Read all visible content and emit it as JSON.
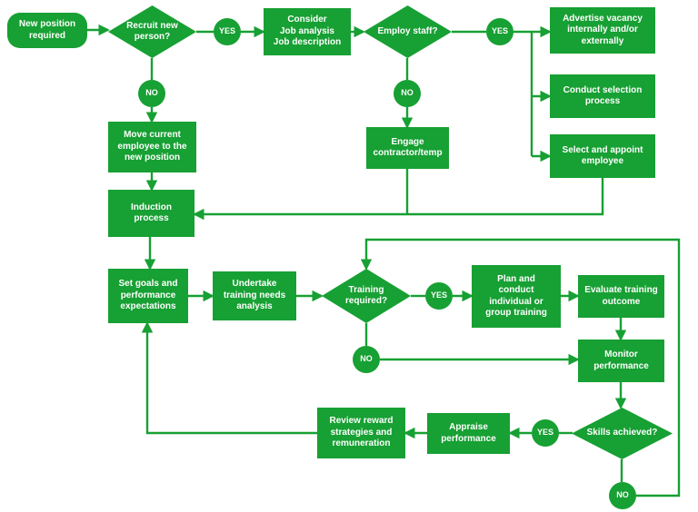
{
  "colors": {
    "accent": "#17a033",
    "node_text": "#ffffff",
    "background": "#ffffff"
  },
  "diagram": {
    "nodes": {
      "new_position": {
        "label": "New position\nrequired",
        "shape": "rounded"
      },
      "recruit": {
        "label": "Recruit new\nperson?",
        "shape": "diamond"
      },
      "yes_recruit": {
        "label": "YES",
        "shape": "circle"
      },
      "consider": {
        "label": "Consider\nJob analysis\nJob description",
        "shape": "rect"
      },
      "employ": {
        "label": "Employ staff?",
        "shape": "diamond"
      },
      "yes_employ": {
        "label": "YES",
        "shape": "circle"
      },
      "advertise": {
        "label": "Advertise vacancy\ninternally and/or\nexternally",
        "shape": "rect"
      },
      "conduct_selection": {
        "label": "Conduct selection\nprocess",
        "shape": "rect"
      },
      "select_appoint": {
        "label": "Select and appoint\nemployee",
        "shape": "rect"
      },
      "no_recruit": {
        "label": "NO",
        "shape": "circle"
      },
      "move_current": {
        "label": "Move current\nemployee to the\nnew position",
        "shape": "rect"
      },
      "no_employ": {
        "label": "NO",
        "shape": "circle"
      },
      "engage": {
        "label": "Engage\ncontractor/temp",
        "shape": "rect"
      },
      "induction": {
        "label": "Induction\nprocess",
        "shape": "rect"
      },
      "set_goals": {
        "label": "Set goals and\nperformance\nexpectations",
        "shape": "rect"
      },
      "undertake": {
        "label": "Undertake\ntraining needs\nanalysis",
        "shape": "rect"
      },
      "training_required": {
        "label": "Training\nrequired?",
        "shape": "diamond"
      },
      "yes_training": {
        "label": "YES",
        "shape": "circle"
      },
      "plan_conduct": {
        "label": "Plan and\nconduct\nindividual or\ngroup training",
        "shape": "rect"
      },
      "evaluate": {
        "label": "Evaluate training\noutcome",
        "shape": "rect"
      },
      "no_training": {
        "label": "NO",
        "shape": "circle"
      },
      "monitor": {
        "label": "Monitor\nperformance",
        "shape": "rect"
      },
      "skills_achieved": {
        "label": "Skills achieved?",
        "shape": "diamond"
      },
      "yes_skills": {
        "label": "YES",
        "shape": "circle"
      },
      "appraise": {
        "label": "Appraise\nperformance",
        "shape": "rect"
      },
      "review_reward": {
        "label": "Review reward\nstrategies and\nremuneration",
        "shape": "rect"
      },
      "no_skills": {
        "label": "NO",
        "shape": "circle"
      }
    },
    "edges": [
      "new_position -> recruit",
      "recruit -> yes_recruit -> consider",
      "consider -> employ",
      "employ -> yes_employ -> advertise",
      "yes_employ -> conduct_selection",
      "yes_employ -> select_appoint",
      "recruit -> no_recruit -> move_current",
      "move_current -> induction",
      "employ -> no_employ -> engage",
      "engage -> induction",
      "select_appoint -> induction",
      "induction -> set_goals",
      "set_goals -> undertake",
      "undertake -> training_required",
      "training_required -> yes_training -> plan_conduct",
      "plan_conduct -> evaluate",
      "evaluate -> monitor",
      "training_required -> no_training -> monitor",
      "monitor -> skills_achieved",
      "skills_achieved -> yes_skills -> appraise",
      "appraise -> review_reward",
      "review_reward -> set_goals",
      "skills_achieved -> no_skills -> training_required"
    ]
  }
}
